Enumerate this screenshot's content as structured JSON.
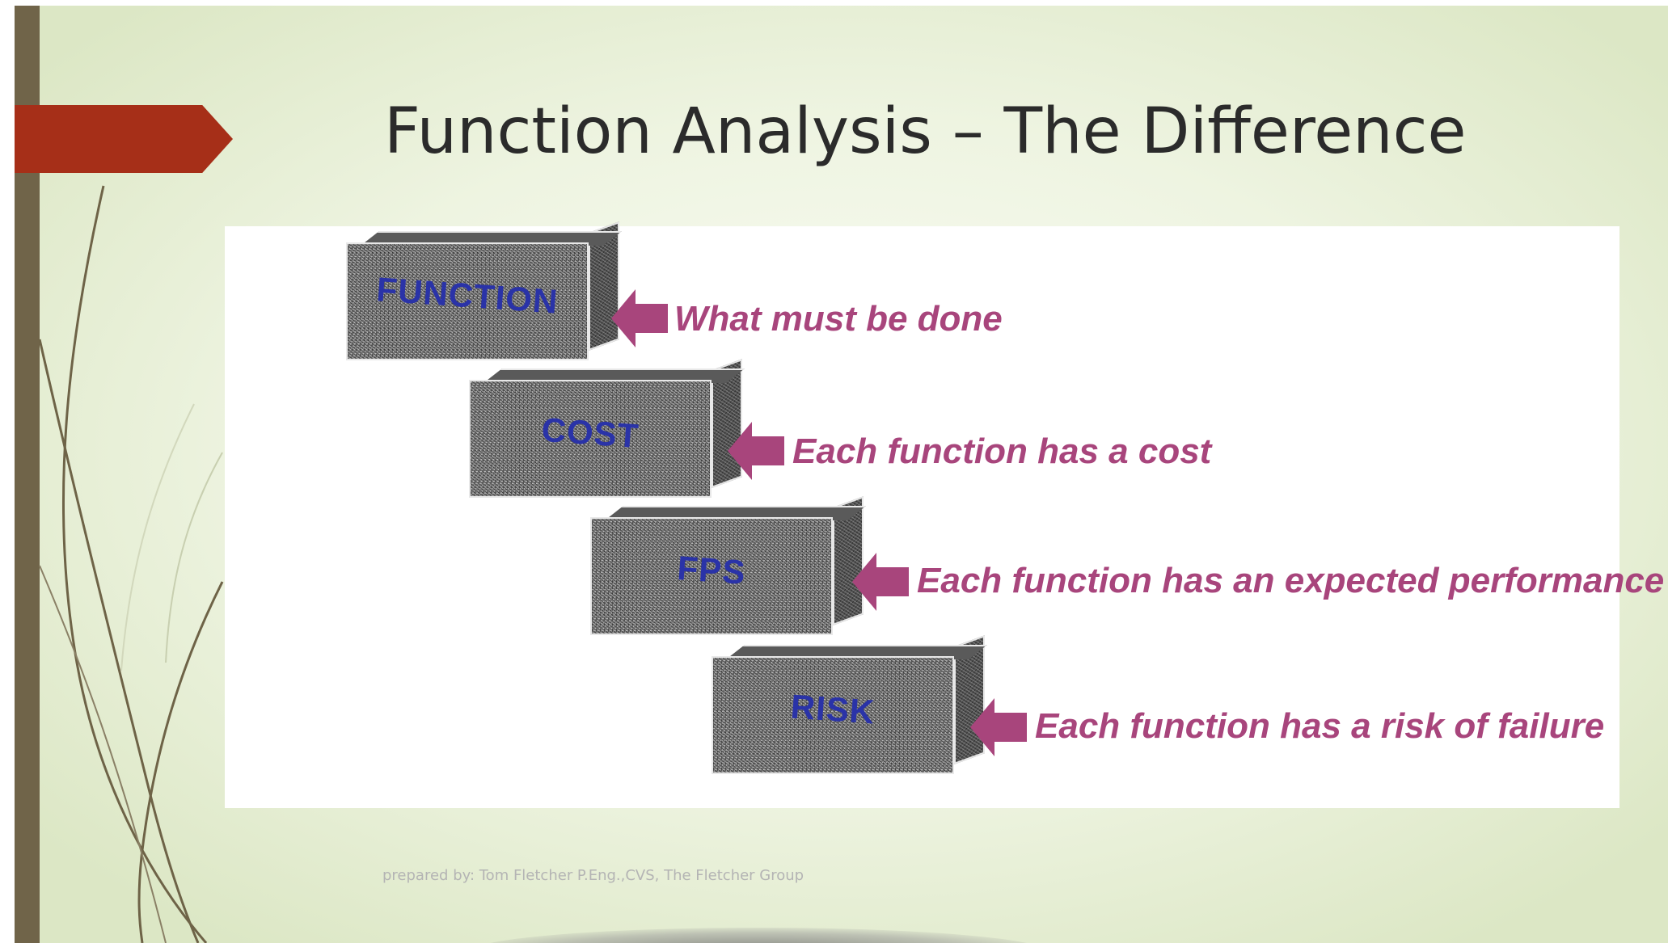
{
  "slide": {
    "title": "Function Analysis – The Difference",
    "footer": "prepared by: Tom Fletcher P.Eng.,CVS, The Fletcher Group"
  },
  "diagram": {
    "blocks": [
      {
        "label": "FUNCTION",
        "description": "What must be done"
      },
      {
        "label": "COST",
        "description": "Each function has a cost"
      },
      {
        "label": "FPS",
        "description": "Each function has an expected performance"
      },
      {
        "label": "RISK",
        "description": "Each function has a risk of failure"
      }
    ]
  },
  "colors": {
    "accent_tag": "#a62f18",
    "left_bar": "#706449",
    "block_label": "#2a33a8",
    "description": "#a8457c",
    "arrow": "#a8457c"
  },
  "icons": {
    "arrow": "left-arrow-icon",
    "tag": "chevron-tag-icon"
  }
}
